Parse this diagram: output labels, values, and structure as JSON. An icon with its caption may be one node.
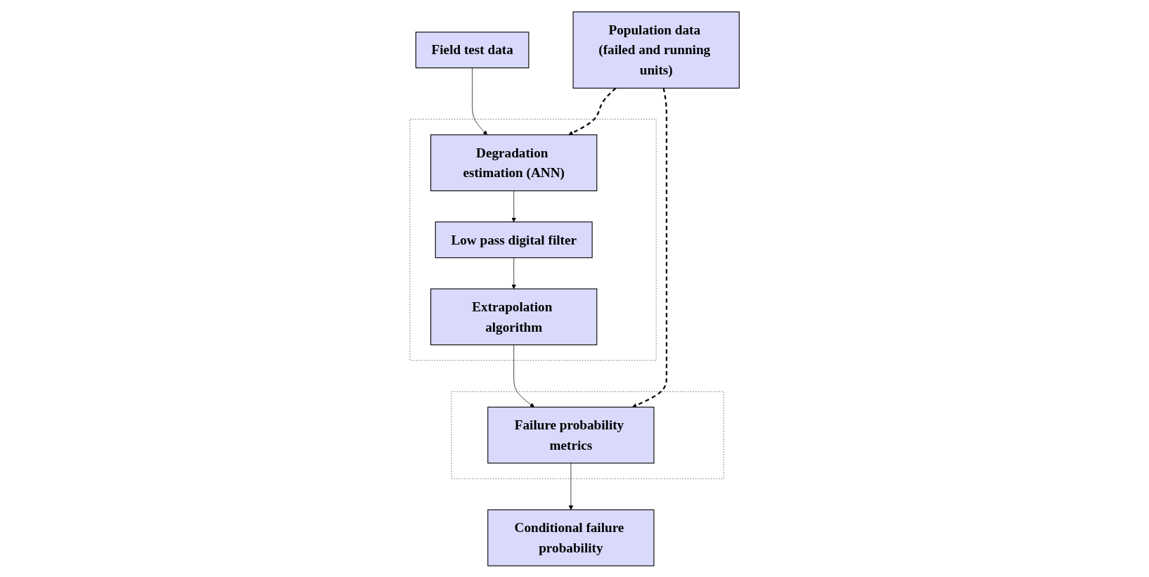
{
  "diagram": {
    "nodes": [
      {
        "text": [
          "Field test data"
        ]
      },
      {
        "text": [
          "Population data (failed and running units)"
        ]
      },
      {
        "text": [],
        "shape": "box"
      },
      {
        "text": [
          "Degradation estimation (ANN)"
        ],
        "in": 2
      },
      {
        "text": [
          "Low pass digital filter"
        ],
        "in": 2
      },
      {
        "text": [
          "Extrapolation algorithm"
        ],
        "in": 2
      },
      {
        "text": [],
        "shape": "box"
      },
      {
        "text": [
          "Failure probability metrics"
        ],
        "in": 6
      },
      {
        "text": [
          "Conditional failure probability"
        ]
      }
    ],
    "edges": [
      {
        "from": 0,
        "to": 3,
        "arrow": "to"
      },
      {
        "from": 1,
        "to": 3,
        "arrow": "to",
        "style": "dashed"
      },
      {
        "from": 1,
        "to": 7,
        "arrow": "to",
        "style": "dashed"
      },
      {
        "from": 3,
        "to": 4,
        "arrow": "to"
      },
      {
        "from": 4,
        "to": 5,
        "arrow": "to"
      },
      {
        "from": 5,
        "to": 7,
        "arrow": "to"
      },
      {
        "from": 7,
        "to": 8,
        "arrow": "to"
      }
    ]
  }
}
